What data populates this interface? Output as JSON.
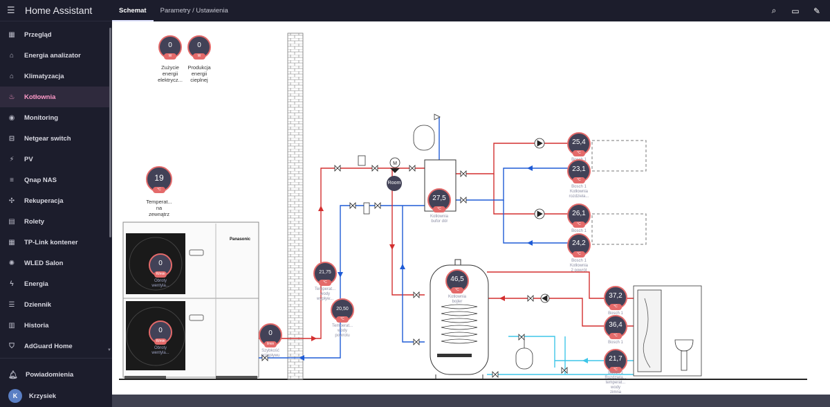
{
  "app": {
    "title": "Home Assistant"
  },
  "sidebar": {
    "items": [
      {
        "label": "Przegląd",
        "icon": "dashboard-icon"
      },
      {
        "label": "Energia analizator",
        "icon": "home-icon"
      },
      {
        "label": "Klimatyzacja",
        "icon": "thermostat-home-icon"
      },
      {
        "label": "Kotłownia",
        "icon": "fire-icon",
        "active": true
      },
      {
        "label": "Monitoring",
        "icon": "cctv-icon"
      },
      {
        "label": "Netgear switch",
        "icon": "switch-icon"
      },
      {
        "label": "PV",
        "icon": "solar-panel-icon"
      },
      {
        "label": "Qnap NAS",
        "icon": "nas-icon"
      },
      {
        "label": "Rekuperacja",
        "icon": "fan-icon"
      },
      {
        "label": "Rolety",
        "icon": "blinds-icon"
      },
      {
        "label": "TP-Link kontener",
        "icon": "dashboard-icon"
      },
      {
        "label": "WLED Salon",
        "icon": "led-icon"
      },
      {
        "label": "Energia",
        "icon": "lightning-icon"
      },
      {
        "label": "Dziennik",
        "icon": "list-icon"
      },
      {
        "label": "Historia",
        "icon": "chart-icon"
      },
      {
        "label": "AdGuard Home",
        "icon": "shield-icon"
      }
    ],
    "notifications": "Powiadomienia",
    "user": {
      "name": "Krzysiek",
      "initial": "K"
    }
  },
  "header": {
    "tabs": [
      {
        "label": "Schemat",
        "active": true
      },
      {
        "label": "Parametry / Ustawienia",
        "active": false
      }
    ],
    "icons": [
      "search-icon",
      "assist-icon",
      "edit-icon"
    ]
  },
  "colors": {
    "accent": "#ff9ac9",
    "sensor_bg": "#424257",
    "sensor_ring": "#e46a6a",
    "hot": "#d32f2f",
    "cold": "#1e5bd6",
    "dhw_cold": "#3ec6e8"
  },
  "sensors": {
    "energy_used": {
      "value": "0",
      "unit": "W",
      "label": [
        "Zużycie",
        "energii",
        "elektrycz..."
      ]
    },
    "heat_produced": {
      "value": "0",
      "unit": "W",
      "label": [
        "Produkcja",
        "energii",
        "cieplnej"
      ]
    },
    "outdoor_temp": {
      "value": "19",
      "unit": "°C",
      "label": [
        "Temperat...",
        "na",
        "zewnątrz"
      ]
    },
    "fan_top": {
      "value": "0",
      "unit": "R/min",
      "label": [
        "Obroty",
        "wentyla..."
      ]
    },
    "fan_bottom": {
      "value": "0",
      "unit": "R/min",
      "label": [
        "Obroty",
        "wentyla..."
      ]
    },
    "flow_speed": {
      "value": "0",
      "unit": "l/min",
      "label": [
        "Szybkość",
        "przepływu"
      ]
    },
    "water_out": {
      "value": "21,75",
      "unit": "°C",
      "label": [
        "Temperat...",
        "wody",
        "wypływ..."
      ]
    },
    "water_return": {
      "value": "20,50",
      "unit": "°C",
      "label": [
        "Temperat...",
        "wody",
        "powrotu"
      ]
    },
    "buffer_bottom": {
      "value": "27,5",
      "unit": "°C",
      "label": [
        "Kotłownia",
        "bufor dół"
      ]
    },
    "circuit1_supply": {
      "value": "25,4",
      "unit": "°C",
      "label": [
        "Bosch 1"
      ]
    },
    "circuit1_return": {
      "value": "23,1",
      "unit": "°C",
      "label": [
        "Bosch 1",
        "Kotłownia",
        "rozdziela..."
      ]
    },
    "circuit2_supply": {
      "value": "26,1",
      "unit": "°C",
      "label": [
        "Bosch 1"
      ]
    },
    "circuit2_return": {
      "value": "24,2",
      "unit": "°C",
      "label": [
        "Bosch 1",
        "Kotłownia",
        "2 powrót"
      ]
    },
    "dhw_tank": {
      "value": "46,5",
      "unit": "°C",
      "label": [
        "Kotłownia",
        "bojler"
      ]
    },
    "dhw_out": {
      "value": "37,2",
      "unit": "°C",
      "label": [
        "Bosch 1"
      ]
    },
    "dhw_circ": {
      "value": "36,4",
      "unit": "°C",
      "label": [
        "Bosch 1"
      ]
    },
    "cold_water": {
      "value": "21,7",
      "unit": "°C",
      "label": [
        "Bosch 1",
        "Rozdziela...",
        "temperat...",
        "wody",
        "zimna"
      ]
    }
  },
  "room_label": "Room",
  "motor_label": "M",
  "brand": "Panasonic"
}
